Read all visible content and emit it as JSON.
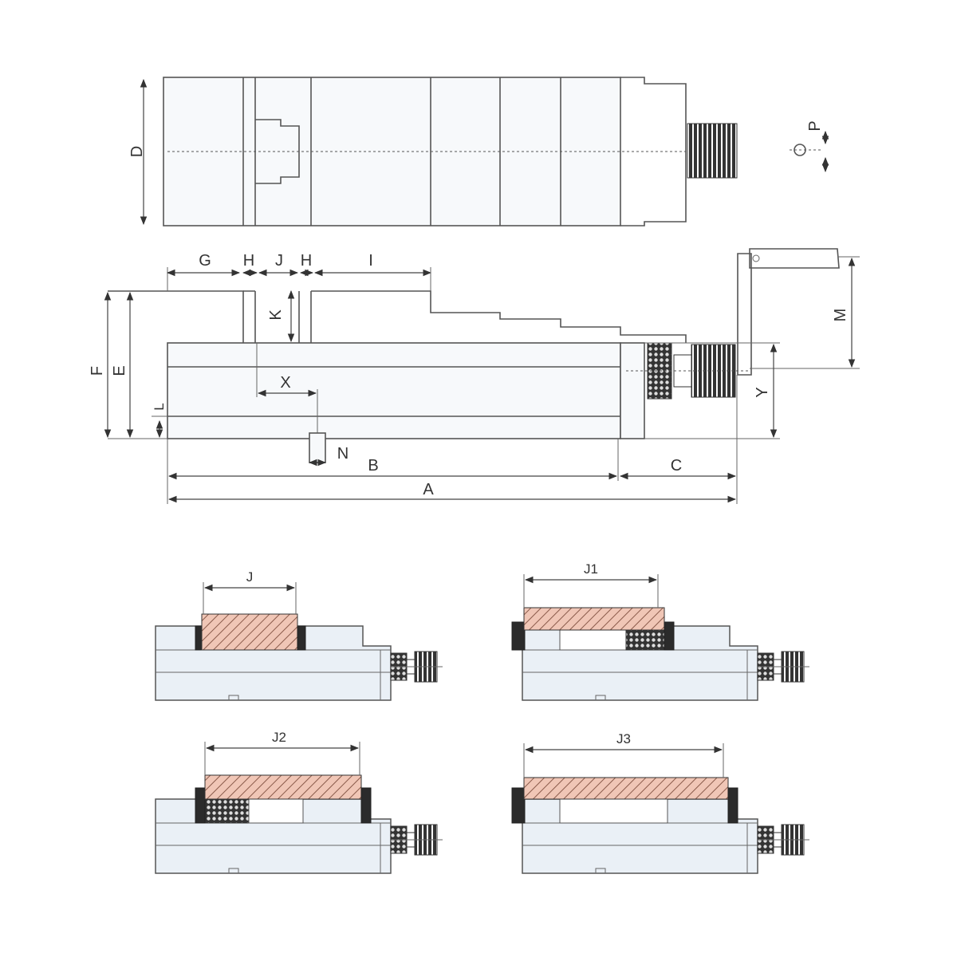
{
  "top_view": {
    "labels": {
      "D": "D",
      "P": "P"
    }
  },
  "side_view": {
    "labels": {
      "G": "G",
      "H1": "H",
      "J": "J",
      "H2": "H",
      "I": "I",
      "K": "K",
      "F": "F",
      "E": "E",
      "L": "L",
      "X": "X",
      "N": "N",
      "B": "B",
      "C": "C",
      "A": "A",
      "M": "M",
      "Y": "Y"
    }
  },
  "configurations": [
    {
      "label": "J"
    },
    {
      "label": "J1"
    },
    {
      "label": "J2"
    },
    {
      "label": "J3"
    }
  ],
  "colors": {
    "workpiece": "#e8b8a8",
    "body": "#eaf0f6",
    "jaw": "#2b2b2b"
  }
}
